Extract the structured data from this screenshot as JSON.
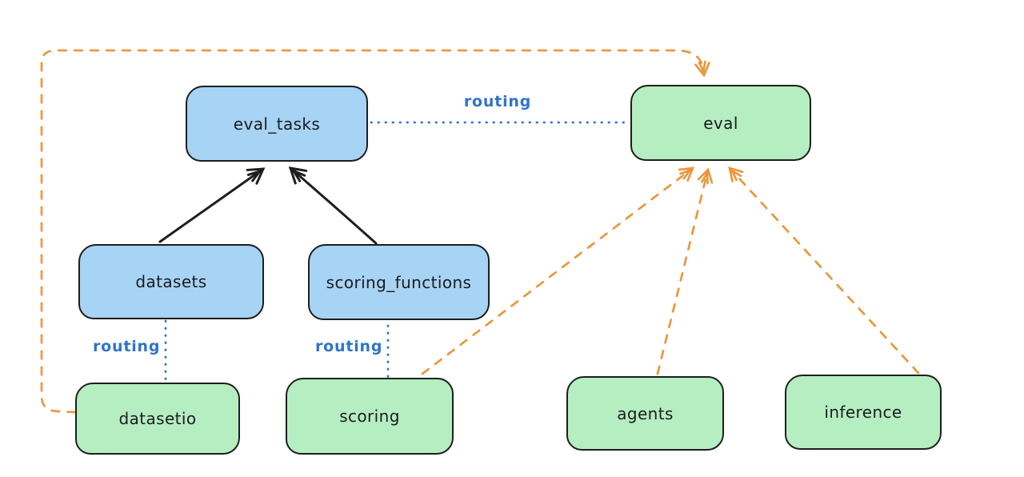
{
  "diagram": {
    "colors": {
      "blue_fill": "#a7d3f4",
      "green_fill": "#b5eec1",
      "stroke": "#1e1e1e",
      "orange": "#e8973c",
      "routing_blue": "#2f74c8",
      "background": "#ffffff"
    },
    "nodes": {
      "eval_tasks": {
        "label": "eval_tasks",
        "fill": "blue"
      },
      "datasets": {
        "label": "datasets",
        "fill": "blue"
      },
      "scoring_functions": {
        "label": "scoring_functions",
        "fill": "blue"
      },
      "eval": {
        "label": "eval",
        "fill": "green"
      },
      "datasetio": {
        "label": "datasetio",
        "fill": "green"
      },
      "scoring": {
        "label": "scoring",
        "fill": "green"
      },
      "agents": {
        "label": "agents",
        "fill": "green"
      },
      "inference": {
        "label": "inference",
        "fill": "green"
      }
    },
    "edges": {
      "eval_tasks_to_eval": {
        "label": "routing",
        "style": "dotted-blue"
      },
      "datasets_to_datasetio": {
        "label": "routing",
        "style": "dotted-blue"
      },
      "scoring_functions_to_scoring": {
        "label": "routing",
        "style": "dotted-blue"
      },
      "datasets_to_eval_tasks": {
        "style": "solid-black-arrow"
      },
      "scoring_functions_to_eval_tasks": {
        "style": "solid-black-arrow"
      },
      "datasetio_to_eval": {
        "style": "dashed-orange-arrow"
      },
      "scoring_to_eval": {
        "style": "dashed-orange-arrow"
      },
      "agents_to_eval": {
        "style": "dashed-orange-arrow"
      },
      "inference_to_eval": {
        "style": "dashed-orange-arrow"
      }
    }
  }
}
